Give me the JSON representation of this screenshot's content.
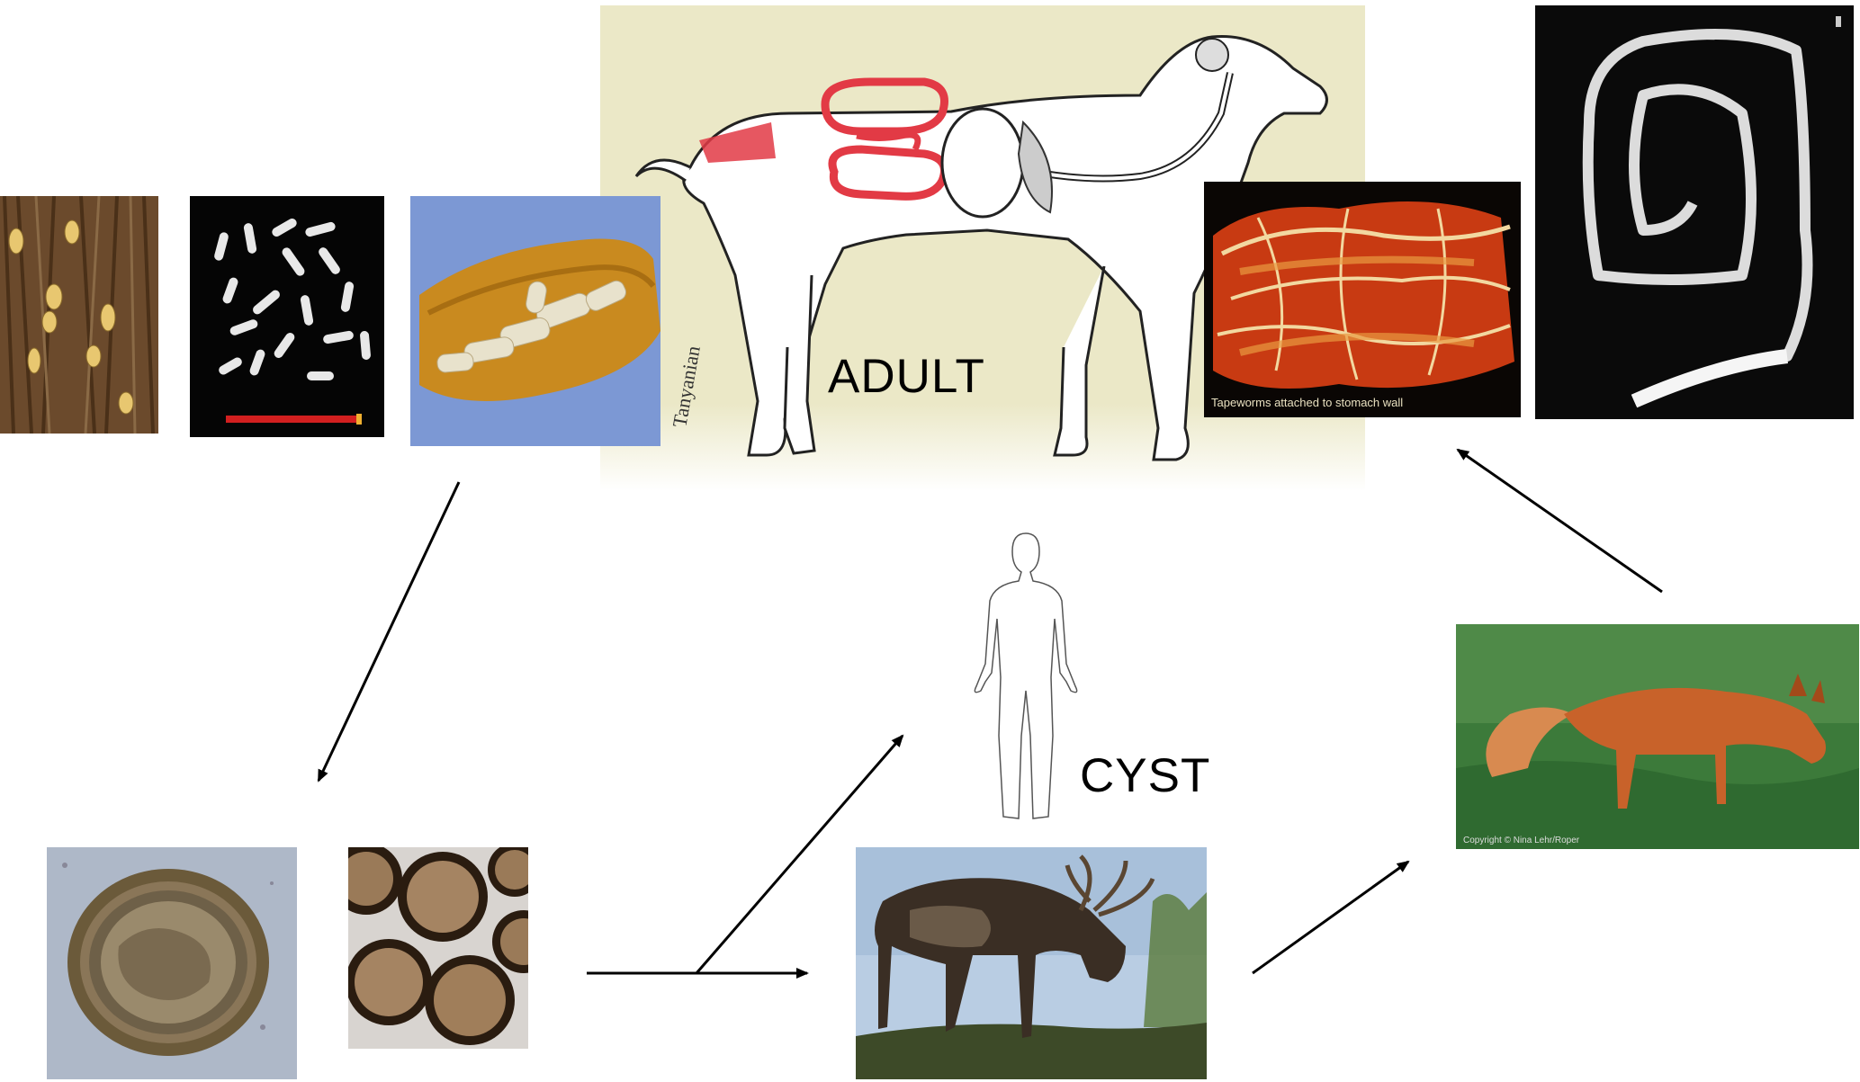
{
  "labels": {
    "adult": "ADULT",
    "cyst": "CYST"
  },
  "images": {
    "segments_on_fur": "segments-on-fur-photo",
    "segments_on_black": "segments-on-black-photo",
    "segments_in_feces": "segments-in-feces-photo",
    "dog_anatomy": "dog-anatomy-drawing",
    "stomach_tapeworms": "tapeworms-stomach-photo",
    "stomach_caption": "Tapeworms attached to stomach wall",
    "long_tapeworm": "long-tapeworm-photo",
    "human_outline": "human-outline-drawing",
    "fox": "fox-photo",
    "fox_copyright": "Copyright © Nina  Lehr/Roper",
    "egg_single": "egg-microscope-photo",
    "egg_cluster": "eggs-cluster-photo",
    "reindeer": "reindeer-photo"
  },
  "colors": {
    "tan_background": "#ebe8c7",
    "intestine_red": "#e23a45",
    "arrow": "#000000"
  }
}
